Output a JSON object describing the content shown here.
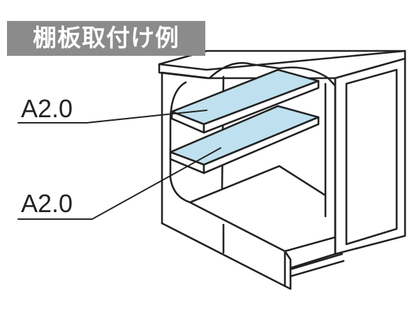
{
  "title": "棚板取付け例",
  "callouts": [
    {
      "label": "A2.0"
    },
    {
      "label": "A2.0"
    }
  ],
  "colors": {
    "title_bg": "#8b8b8b",
    "title_text": "#ffffff",
    "shelf_fill": "#bfe0ee",
    "outline": "#222222",
    "background": "#ffffff"
  }
}
